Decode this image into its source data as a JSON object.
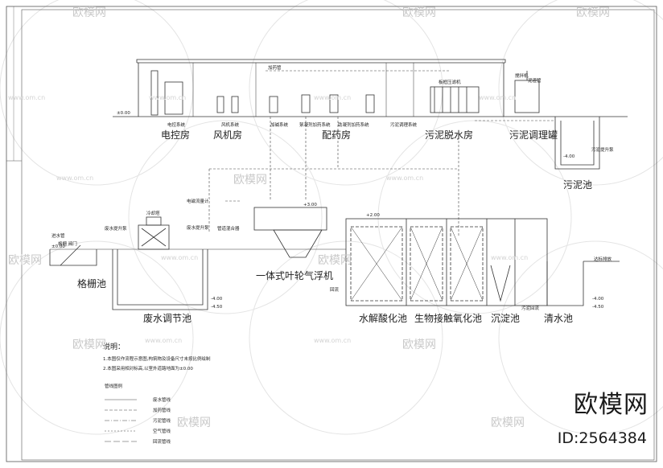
{
  "watermark": {
    "brand": "欧模网",
    "url": "www.om.cn",
    "id": "ID:2564384"
  },
  "rooms": {
    "control": "电控房",
    "fan": "风机房",
    "dosing": "配药房",
    "sludge_dewatering": "污泥脱水房",
    "sludge_tank": "污泥调理罐"
  },
  "room_subs": {
    "control": "电控系统",
    "fan": "风机系统",
    "alkali": "加碱系统",
    "pac_dosing": "絮凝剂加药系统",
    "pam_dosing": "助凝剂加药系统",
    "sludge_conditioning": "污泥调理系统"
  },
  "equipment": {
    "filter_press": "板框压滤机",
    "agitator": "搅拌机",
    "sludge_pipe": "泥渣管",
    "dosing_pipe": "加药管",
    "sludge_lift_pump": "污泥提升泵",
    "cooling_tower": "冷却塔",
    "inlet_pipe": "进水管",
    "grid": "格栅 阀门",
    "lift_pump": "废水提升泵",
    "flowmeter": "电磁流量计",
    "pipe_mixer": "管道混合器",
    "flow_pump": "废水提升泵",
    "reflux": "回流"
  },
  "tanks": {
    "sludge_pool": "污泥池",
    "grid_pool": "格栅池",
    "equalization": "废水调节池",
    "flotation": "一体式叶轮气浮机",
    "hydrolysis": "水解酸化池",
    "contact_oxidation": "生物接触氧化池",
    "sedimentation": "沉淀池",
    "clear_water": "清水池",
    "discharge": "达标排放",
    "return_pipe": "污泥回流"
  },
  "elevations": {
    "ground": "±0.00",
    "minus400": "-4.00",
    "minus450": "-4.50",
    "plus200": "+2.00",
    "plus300": "+3.00"
  },
  "notes": {
    "header": "说明：",
    "line1": "1.本图仅作流程示意图,构筑物及设备尺寸未按比例绘制",
    "line2": "2.本图采用相对标高,以室外道路地面为±0.00"
  },
  "legend": {
    "title": "管线图例",
    "items": [
      "废水管线",
      "加药管线",
      "污泥管线",
      "空气管线",
      "回流管线"
    ]
  }
}
